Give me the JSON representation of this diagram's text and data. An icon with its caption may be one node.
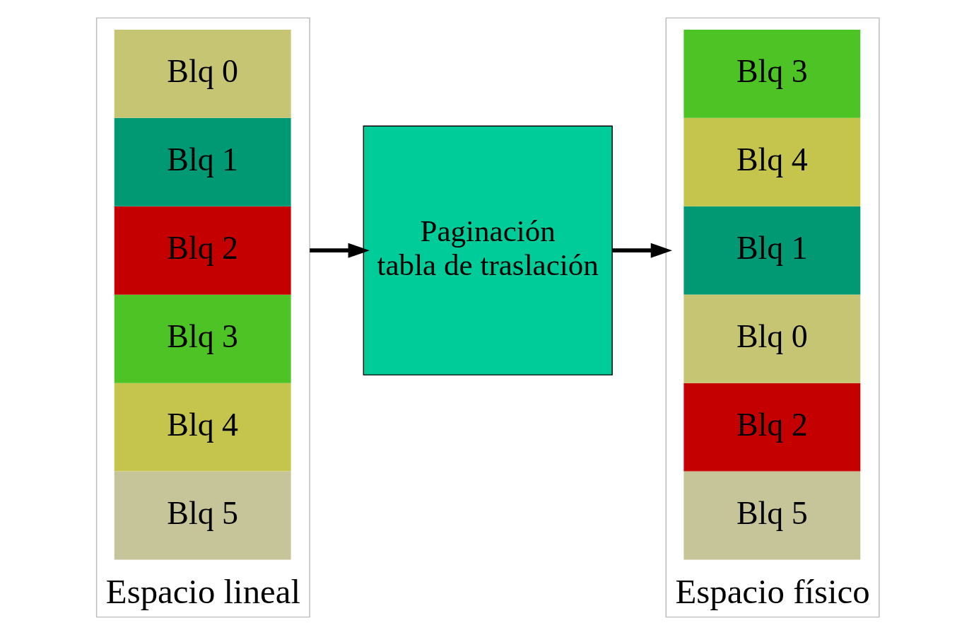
{
  "diagram": {
    "nodes": [
      {
        "text": [
          "Espacio lineal"
        ]
      },
      {
        "text": [
          "Blq 0"
        ],
        "in": 0
      },
      {
        "text": [
          "Blq 1"
        ],
        "in": 0
      },
      {
        "text": [
          "Blq 2"
        ],
        "in": 0
      },
      {
        "text": [
          "Blq 3"
        ],
        "in": 0
      },
      {
        "text": [
          "Blq 4"
        ],
        "in": 0
      },
      {
        "text": [
          "Blq 5"
        ],
        "in": 0
      },
      {
        "text": [
          "Paginación",
          "tabla de traslación"
        ]
      },
      {
        "text": [
          "Espacio físico"
        ]
      },
      {
        "text": [
          "Blq 3"
        ],
        "in": 8
      },
      {
        "text": [
          "Blq 4"
        ],
        "in": 8
      },
      {
        "text": [
          "Blq 1"
        ],
        "in": 8
      },
      {
        "text": [
          "Blq 0"
        ],
        "in": 8
      },
      {
        "text": [
          "Blq 2"
        ],
        "in": 8
      },
      {
        "text": [
          "Blq 5"
        ],
        "in": 8
      }
    ],
    "edges": [
      {
        "from": 0,
        "to": 7,
        "arrow": "to"
      },
      {
        "from": 7,
        "to": 8,
        "arrow": "to"
      }
    ]
  }
}
